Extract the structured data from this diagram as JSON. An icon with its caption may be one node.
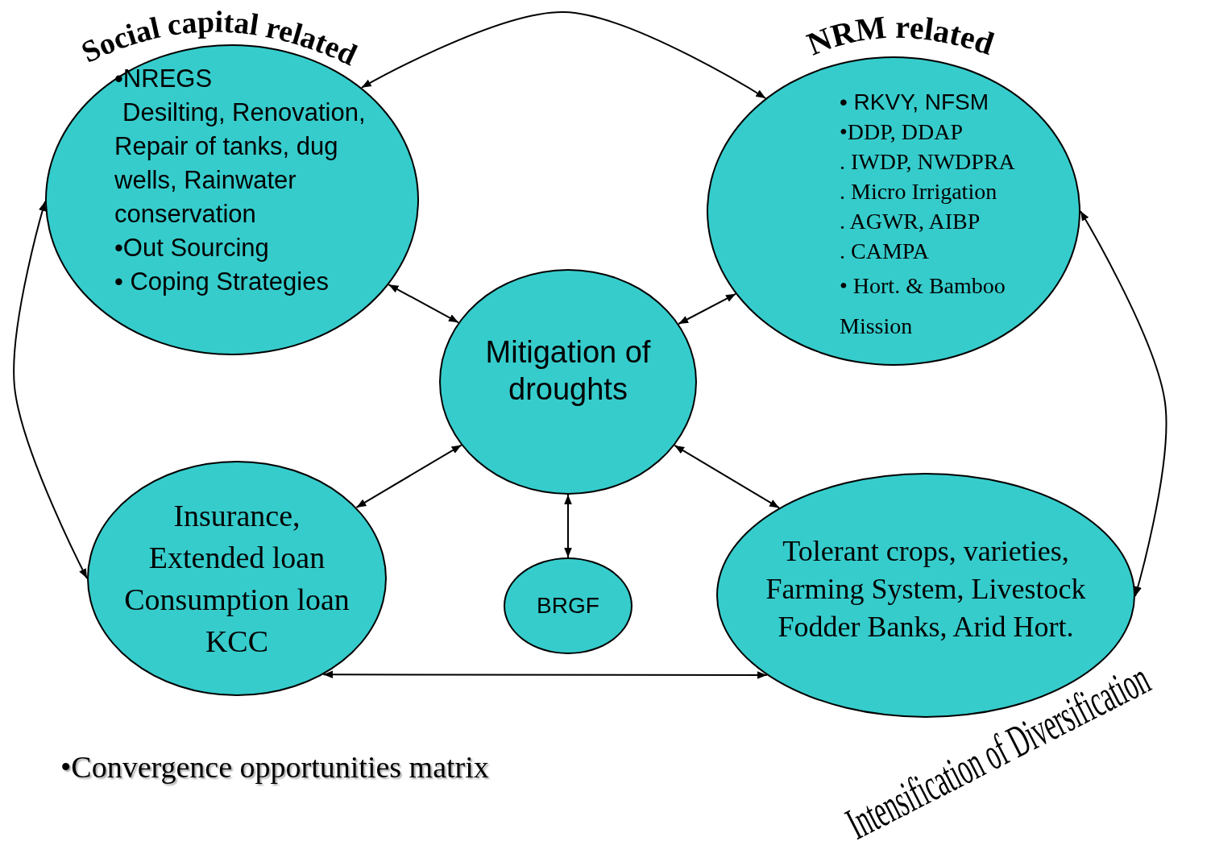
{
  "diagram": {
    "nodes": [
      {
        "text": [
          "Social capital related",
          "•NREGS",
          "Desilting, Renovation, Repair of tanks, dug wells, Rainwater conservation",
          "•Out Sourcing",
          "• Coping Strategies"
        ]
      },
      {
        "text": [
          "NRM related",
          "• RKVY, NFSM",
          "•DDP, DDAP",
          ". IWDP, NWDPRA",
          ". Micro Irrigation",
          ". AGWR, AIBP",
          ". CAMPA",
          "• Hort. & Bamboo Mission"
        ]
      },
      {
        "text": [
          "Mitigation of droughts"
        ]
      },
      {
        "text": [
          "Insurance, Extended loan Consumption loan KCC"
        ]
      },
      {
        "text": [
          "BRGF"
        ]
      },
      {
        "text": [
          "Tolerant crops, varieties, Farming System, Livestock Fodder Banks, Arid Hort."
        ]
      }
    ],
    "edges": [
      {
        "from": 0,
        "to": 1,
        "arrow": "both"
      },
      {
        "from": 0,
        "to": 2,
        "arrow": "both"
      },
      {
        "from": 1,
        "to": 2,
        "arrow": "both"
      },
      {
        "from": 3,
        "to": 2,
        "arrow": "both"
      },
      {
        "from": 4,
        "to": 2,
        "arrow": "both"
      },
      {
        "from": 5,
        "to": 2,
        "arrow": "both"
      },
      {
        "from": 0,
        "to": 3,
        "arrow": "both"
      },
      {
        "from": 1,
        "to": 5,
        "arrow": "both"
      },
      {
        "from": 3,
        "to": 5,
        "arrow": "both"
      }
    ],
    "labels": [
      "•Convergence opportunities matrix",
      "Intensification of Diversification"
    ]
  }
}
